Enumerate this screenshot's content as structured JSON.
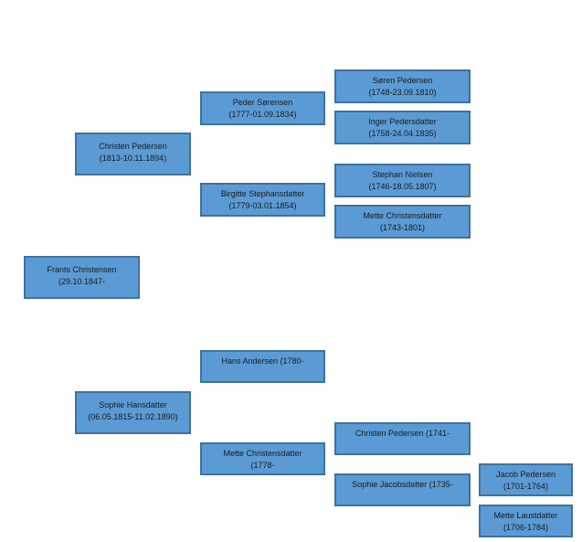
{
  "people": {
    "frants": {
      "name": "Frants Christensen",
      "dates": "(29.10.1847-"
    },
    "christen": {
      "name": "Christen Pedersen",
      "dates": "(1813-10.11.1894)"
    },
    "sophie": {
      "name": "Sophie Hansdatter",
      "dates": "(06.05.1815-11.02.1890)"
    },
    "peder": {
      "name": "Peder Sørensen",
      "dates": "(1777-01.09.1834)"
    },
    "birgitte": {
      "name": "Birgitte Stephansdatter",
      "dates": "(1779-03.01.1854)"
    },
    "hans": {
      "name": "Hans Andersen (1780-",
      "dates": ""
    },
    "mette1778": {
      "name": "Mette Christensdatter",
      "dates": "(1778-"
    },
    "soren": {
      "name": "Søren Pedersen",
      "dates": "(1748-23.09.1810)"
    },
    "inger": {
      "name": "Inger Pedersdatter",
      "dates": "(1758-24.04.1835)"
    },
    "stephan": {
      "name": "Stephan Nielsen",
      "dates": "(1746-18.05.1807)"
    },
    "mette1743": {
      "name": "Mette Christensdatter",
      "dates": "(1743-1801)"
    },
    "christen1741": {
      "name": "Christen Pedersen (1741-",
      "dates": ""
    },
    "sophieJ": {
      "name": "Sophie Jacobsdatter (1735-",
      "dates": ""
    },
    "jacob": {
      "name": "Jacob Pedersen",
      "dates": "(1701-1764)"
    },
    "metteL": {
      "name": "Mette Laustdatter",
      "dates": "(1706-1784)"
    }
  }
}
